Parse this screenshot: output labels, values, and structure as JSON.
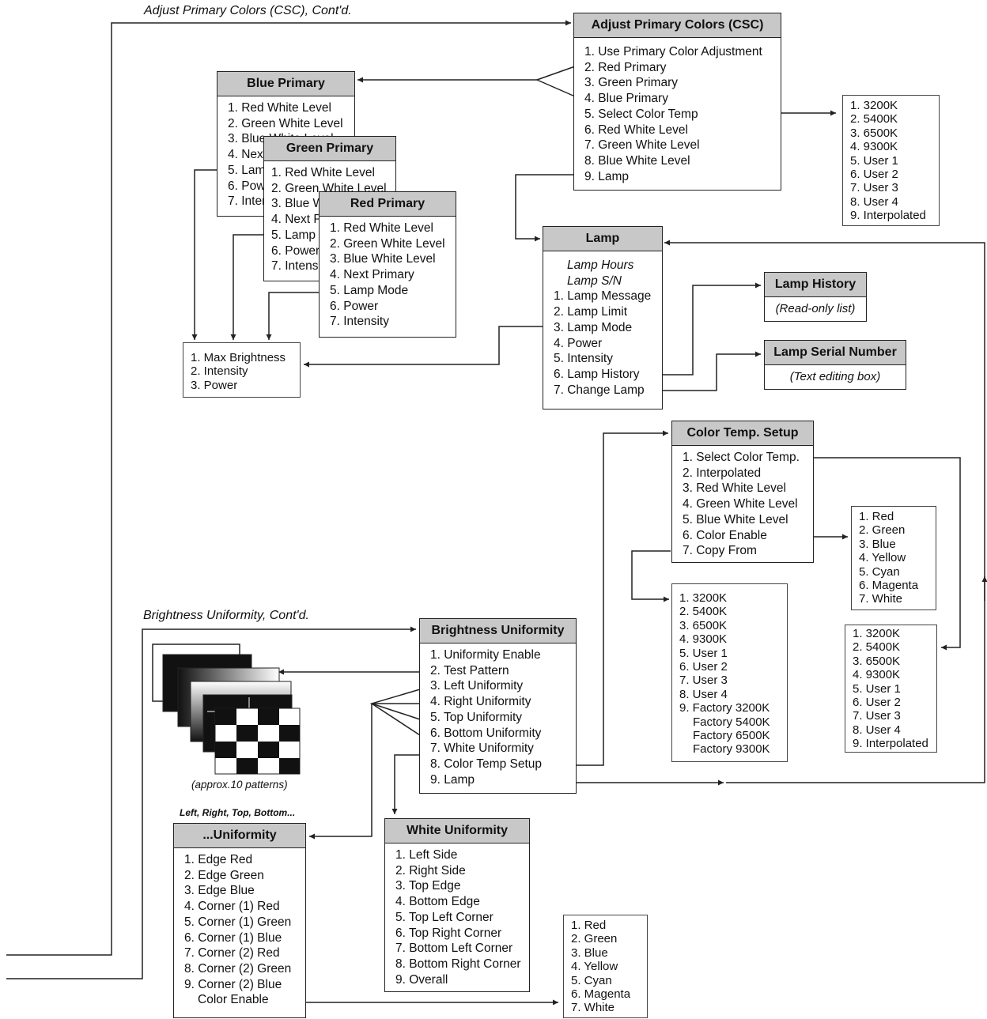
{
  "captions": {
    "csc_contd": "Adjust Primary Colors (CSC), Cont'd.",
    "bu_contd": "Brightness Uniformity, Cont'd.",
    "patterns_note": "(approx.10 patterns)",
    "uniformity_note": "Left, Right, Top, Bottom..."
  },
  "csc": {
    "title": "Adjust Primary Colors (CSC)",
    "items": [
      "1. Use Primary Color Adjustment",
      "2. Red Primary",
      "3. Green Primary",
      "4. Blue Primary",
      "5. Select Color Temp",
      "6. Red White Level",
      "7. Green White Level",
      "8. Blue White Level",
      "9. Lamp"
    ]
  },
  "csc_temps": {
    "items": [
      "1. 3200K",
      "2. 5400K",
      "3. 6500K",
      "4. 9300K",
      "5. User 1",
      "6. User 2",
      "7. User 3",
      "8. User 4",
      "9. Interpolated"
    ]
  },
  "blue_primary": {
    "title": "Blue Primary",
    "items": [
      "1. Red White Level",
      "2. Green White Level",
      "3. Blue White Level",
      "4. Next Primary",
      "5. Lamp Mode",
      "6. Power",
      "7. Intensity"
    ]
  },
  "green_primary": {
    "title": "Green Primary",
    "items": [
      "1. Red White Level",
      "2. Green White Level",
      "3. Blue White Level",
      "4. Next Primary",
      "5. Lamp Mode",
      "6. Power",
      "7. Intensity"
    ]
  },
  "red_primary": {
    "title": "Red Primary",
    "items": [
      "1. Red White Level",
      "2. Green White Level",
      "3. Blue White Level",
      "4. Next Primary",
      "5. Lamp Mode",
      "6. Power",
      "7. Intensity"
    ]
  },
  "lamp_mode_opts": {
    "items": [
      "1. Max Brightness",
      "2. Intensity",
      "3. Power"
    ]
  },
  "lamp": {
    "title": "Lamp",
    "info": [
      "Lamp Hours",
      "Lamp S/N"
    ],
    "items": [
      "1. Lamp Message",
      "2. Lamp Limit",
      "3. Lamp Mode",
      "4. Power",
      "5. Intensity",
      "6. Lamp History",
      "7. Change Lamp"
    ]
  },
  "lamp_history": {
    "title": "Lamp History",
    "note": "(Read-only list)"
  },
  "lamp_serial": {
    "title": "Lamp Serial Number",
    "note": "(Text editing box)"
  },
  "color_temp_setup": {
    "title": "Color Temp. Setup",
    "items": [
      "1. Select Color Temp.",
      "2. Interpolated",
      "3. Red White Level",
      "4. Green White Level",
      "5. Blue White Level",
      "6. Color Enable",
      "7. Copy From"
    ]
  },
  "cts_colors": {
    "items": [
      "1. Red",
      "2. Green",
      "3. Blue",
      "4. Yellow",
      "5. Cyan",
      "6. Magenta",
      "7. White"
    ]
  },
  "copy_from": {
    "items": [
      "1. 3200K",
      "2. 5400K",
      "3. 6500K",
      "4. 9300K",
      "5. User 1",
      "6. User 2",
      "7. User 3",
      "8. User 4",
      "9. Factory 3200K",
      "Factory 5400K",
      "Factory 6500K",
      "Factory 9300K"
    ]
  },
  "select_temp": {
    "items": [
      "1. 3200K",
      "2. 5400K",
      "3. 6500K",
      "4. 9300K",
      "5. User 1",
      "6. User 2",
      "7. User 3",
      "8. User 4",
      "9. Interpolated"
    ]
  },
  "brightness_uniformity": {
    "title": "Brightness Uniformity",
    "items": [
      "1. Uniformity Enable",
      "2. Test Pattern",
      "3. Left Uniformity",
      "4. Right Uniformity",
      "5. Top Uniformity",
      "6. Bottom Uniformity",
      "7. White Uniformity",
      "8. Color Temp Setup",
      "9. Lamp"
    ]
  },
  "uniformity": {
    "title": "...Uniformity",
    "items": [
      "1. Edge Red",
      "2. Edge Green",
      "3. Edge Blue",
      "4. Corner (1) Red",
      "5. Corner (1) Green",
      "6. Corner (1) Blue",
      "7. Corner (2) Red",
      "8. Corner (2) Green",
      "9. Corner (2) Blue",
      "Color Enable"
    ]
  },
  "white_uniformity": {
    "title": "White Uniformity",
    "items": [
      "1. Left Side",
      "2. Right Side",
      "3. Top Edge",
      "4. Bottom Edge",
      "5. Top Left Corner",
      "6. Top Right Corner",
      "7. Bottom Left Corner",
      "8. Bottom Right Corner",
      "9. Overall"
    ]
  },
  "uniformity_colors": {
    "items": [
      "1. Red",
      "2. Green",
      "3. Blue",
      "4. Yellow",
      "5. Cyan",
      "6. Magenta",
      "7. White"
    ]
  },
  "colors": {
    "header_fill": "#c8c8c8",
    "line": "#222222"
  }
}
